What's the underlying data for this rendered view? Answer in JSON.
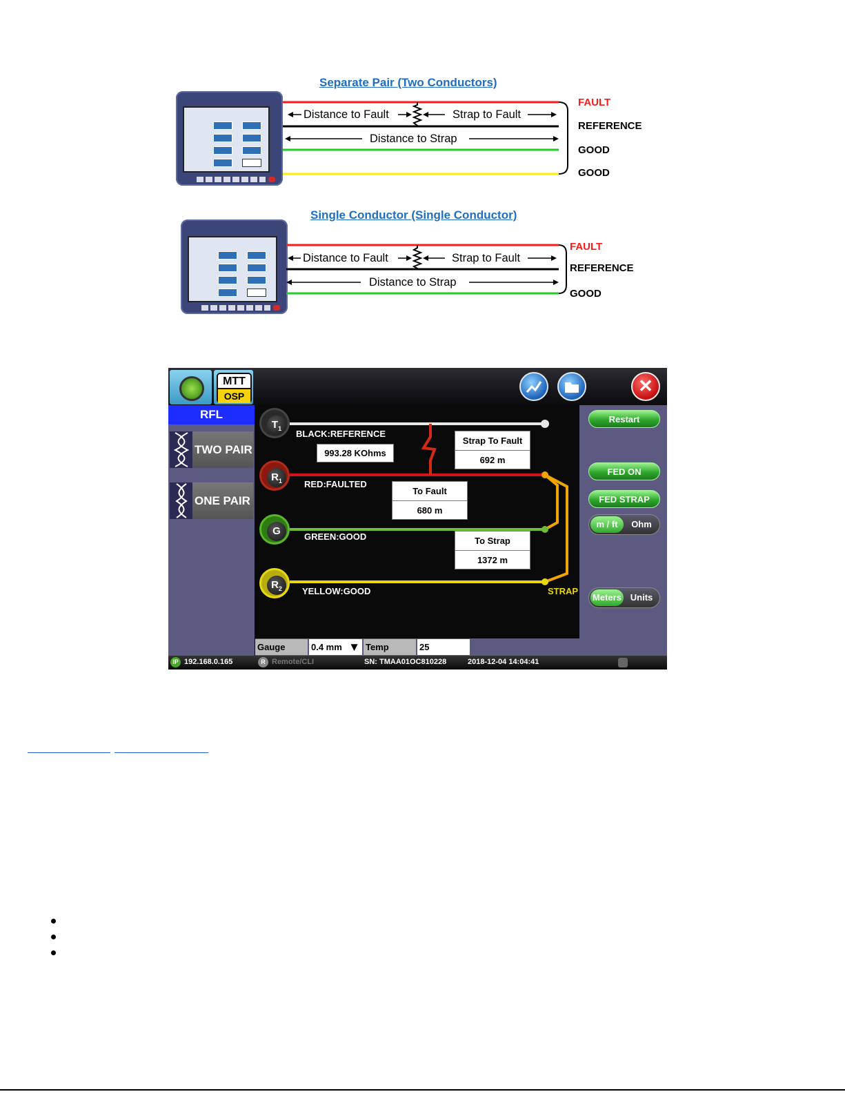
{
  "diagram1": {
    "title": "Separate Pair (Two Conductors)",
    "labels": {
      "distance_to_fault": "Distance to Fault",
      "strap_to_fault": "Strap to Fault",
      "distance_to_strap": "Distance to Strap"
    },
    "wire_labels": [
      "FAULT",
      "REFERENCE",
      "GOOD",
      "GOOD"
    ]
  },
  "diagram2": {
    "title": "Single Conductor (Single Conductor)",
    "labels": {
      "distance_to_fault": "Distance to Fault",
      "strap_to_fault": "Strap to Fault",
      "distance_to_strap": "Distance to Strap"
    },
    "wire_labels": [
      "FAULT",
      "REFERENCE",
      "GOOD"
    ]
  },
  "colors": {
    "fault": "#ff1a1a",
    "reference": "#000000",
    "good": "#22cc22",
    "good2": "#ffee00",
    "title_link": "#1f6fc0",
    "strap": "#f0a500"
  },
  "screen": {
    "mtt_top": "MTT",
    "mtt_bottom": "OSP",
    "rfl_title": "RFL",
    "two_pair": "TWO PAIR",
    "one_pair": "ONE PAIR",
    "icons": [
      "home-icon",
      "graph-icon",
      "folder-icon",
      "close-icon"
    ],
    "close_glyph": "✕",
    "buttons": {
      "restart": "Restart",
      "fed_on": "FED ON",
      "fed_strap": "FED STRAP"
    },
    "toggle_distance": {
      "on": "m / ft",
      "off": "Ohm"
    },
    "toggle_units": {
      "on": "Meters",
      "off": "Units"
    },
    "wires": {
      "t1": {
        "node": "T",
        "sub": "1",
        "label": "BLACK:REFERENCE"
      },
      "r1": {
        "node": "R",
        "sub": "1",
        "label": "RED:FAULTED"
      },
      "g": {
        "node": "G",
        "sub": "",
        "label": "GREEN:GOOD"
      },
      "r2": {
        "node": "R",
        "sub": "2",
        "label": "YELLOW:GOOD"
      }
    },
    "strap_label": "STRAP",
    "resistance": "993.28 KOhms",
    "strap_to_fault": {
      "label": "Strap To Fault",
      "value": "692 m"
    },
    "to_fault": {
      "label": "To Fault",
      "value": "680 m"
    },
    "to_strap": {
      "label": "To Strap",
      "value": "1372 m"
    },
    "gauge": {
      "label": "Gauge",
      "value": "0.4 mm",
      "arrow": "▼"
    },
    "temp": {
      "label": "Temp",
      "value": "25"
    },
    "status": {
      "ip": "192.168.0.165",
      "ip_badge": "IP",
      "remote": "Remote/CLI",
      "remote_badge": "R",
      "serial": "SN: TMAA01OC810228",
      "datetime": "2018-12-04  14:04:41"
    }
  }
}
